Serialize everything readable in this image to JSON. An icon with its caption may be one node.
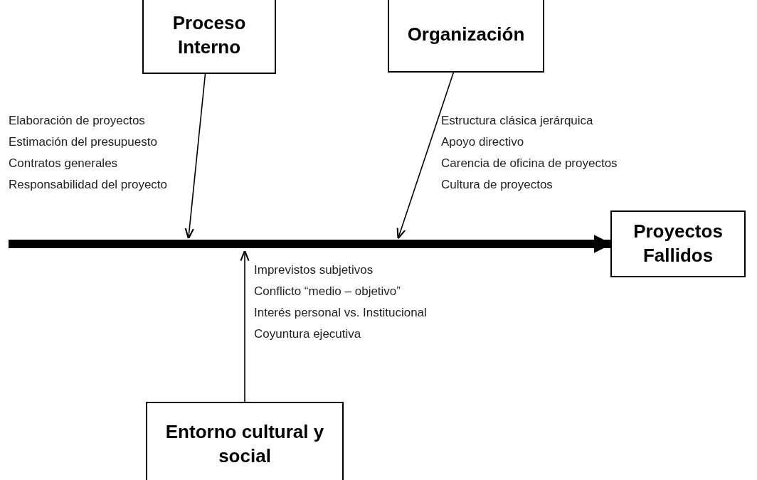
{
  "diagram": {
    "nodes": [
      {
        "text": [
          "Proceso Interno"
        ]
      },
      {
        "text": [
          "Organización"
        ]
      },
      {
        "text": [
          "Proyectos Fallidos"
        ]
      },
      {
        "text": [
          "Entorno cultural y social"
        ]
      }
    ],
    "edges": [
      {
        "from": null,
        "to": 2,
        "arrow": "to",
        "style": "thick"
      },
      {
        "from": 0,
        "to": null,
        "arrow": "to"
      },
      {
        "from": 1,
        "to": null,
        "arrow": "to"
      },
      {
        "from": 3,
        "to": null,
        "arrow": "to"
      }
    ],
    "labels": [
      "Elaboración de proyectos",
      "Estimación del presupuesto",
      "Contratos generales",
      "Responsabilidad del proyecto",
      "Estructura clásica jerárquica",
      "Apoyo directivo",
      "Carencia de oficina de proyectos",
      "Cultura de proyectos",
      "Imprevistos subjetivos",
      "Conflicto “medio – objetivo”",
      "Interés personal vs. Institucional",
      "Coyuntura ejecutiva"
    ]
  }
}
